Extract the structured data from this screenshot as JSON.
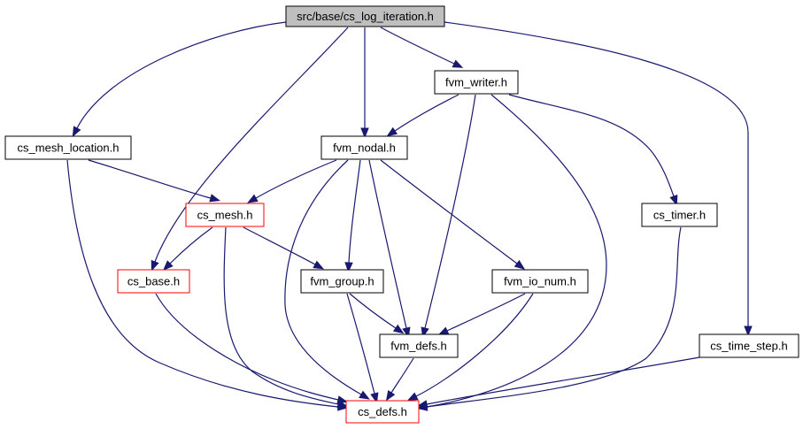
{
  "graph": {
    "nodes": [
      {
        "id": "n0",
        "label": "src/base/cs_log_iteration.h",
        "fill": "#bfbfbf",
        "border": "#000000"
      },
      {
        "id": "n1",
        "label": "cs_mesh_location.h",
        "fill": "#ffffff",
        "border": "#000000"
      },
      {
        "id": "n2",
        "label": "fvm_writer.h",
        "fill": "#ffffff",
        "border": "#000000"
      },
      {
        "id": "n3",
        "label": "fvm_nodal.h",
        "fill": "#ffffff",
        "border": "#000000"
      },
      {
        "id": "n4",
        "label": "cs_mesh.h",
        "fill": "#ffffff",
        "border": "#ff0000"
      },
      {
        "id": "n5",
        "label": "cs_timer.h",
        "fill": "#ffffff",
        "border": "#000000"
      },
      {
        "id": "n6",
        "label": "cs_base.h",
        "fill": "#ffffff",
        "border": "#ff0000"
      },
      {
        "id": "n7",
        "label": "fvm_group.h",
        "fill": "#ffffff",
        "border": "#000000"
      },
      {
        "id": "n8",
        "label": "fvm_io_num.h",
        "fill": "#ffffff",
        "border": "#000000"
      },
      {
        "id": "n9",
        "label": "fvm_defs.h",
        "fill": "#ffffff",
        "border": "#000000"
      },
      {
        "id": "n10",
        "label": "cs_time_step.h",
        "fill": "#ffffff",
        "border": "#000000"
      },
      {
        "id": "n11",
        "label": "cs_defs.h",
        "fill": "#ffffff",
        "border": "#ff0000"
      }
    ],
    "edges": [
      {
        "from": "n0",
        "to": "n1"
      },
      {
        "from": "n0",
        "to": "n6"
      },
      {
        "from": "n0",
        "to": "n3"
      },
      {
        "from": "n0",
        "to": "n2"
      },
      {
        "from": "n0",
        "to": "n10"
      },
      {
        "from": "n1",
        "to": "n4"
      },
      {
        "from": "n1",
        "to": "n11"
      },
      {
        "from": "n2",
        "to": "n3"
      },
      {
        "from": "n2",
        "to": "n9"
      },
      {
        "from": "n2",
        "to": "n11"
      },
      {
        "from": "n2",
        "to": "n5"
      },
      {
        "from": "n3",
        "to": "n4"
      },
      {
        "from": "n3",
        "to": "n7"
      },
      {
        "from": "n3",
        "to": "n9"
      },
      {
        "from": "n3",
        "to": "n8"
      },
      {
        "from": "n3",
        "to": "n11"
      },
      {
        "from": "n4",
        "to": "n6"
      },
      {
        "from": "n4",
        "to": "n7"
      },
      {
        "from": "n4",
        "to": "n11"
      },
      {
        "from": "n5",
        "to": "n11"
      },
      {
        "from": "n6",
        "to": "n11"
      },
      {
        "from": "n7",
        "to": "n9"
      },
      {
        "from": "n7",
        "to": "n11"
      },
      {
        "from": "n8",
        "to": "n9"
      },
      {
        "from": "n8",
        "to": "n11"
      },
      {
        "from": "n9",
        "to": "n11"
      },
      {
        "from": "n10",
        "to": "n11"
      }
    ],
    "edge_color": "#191970"
  }
}
